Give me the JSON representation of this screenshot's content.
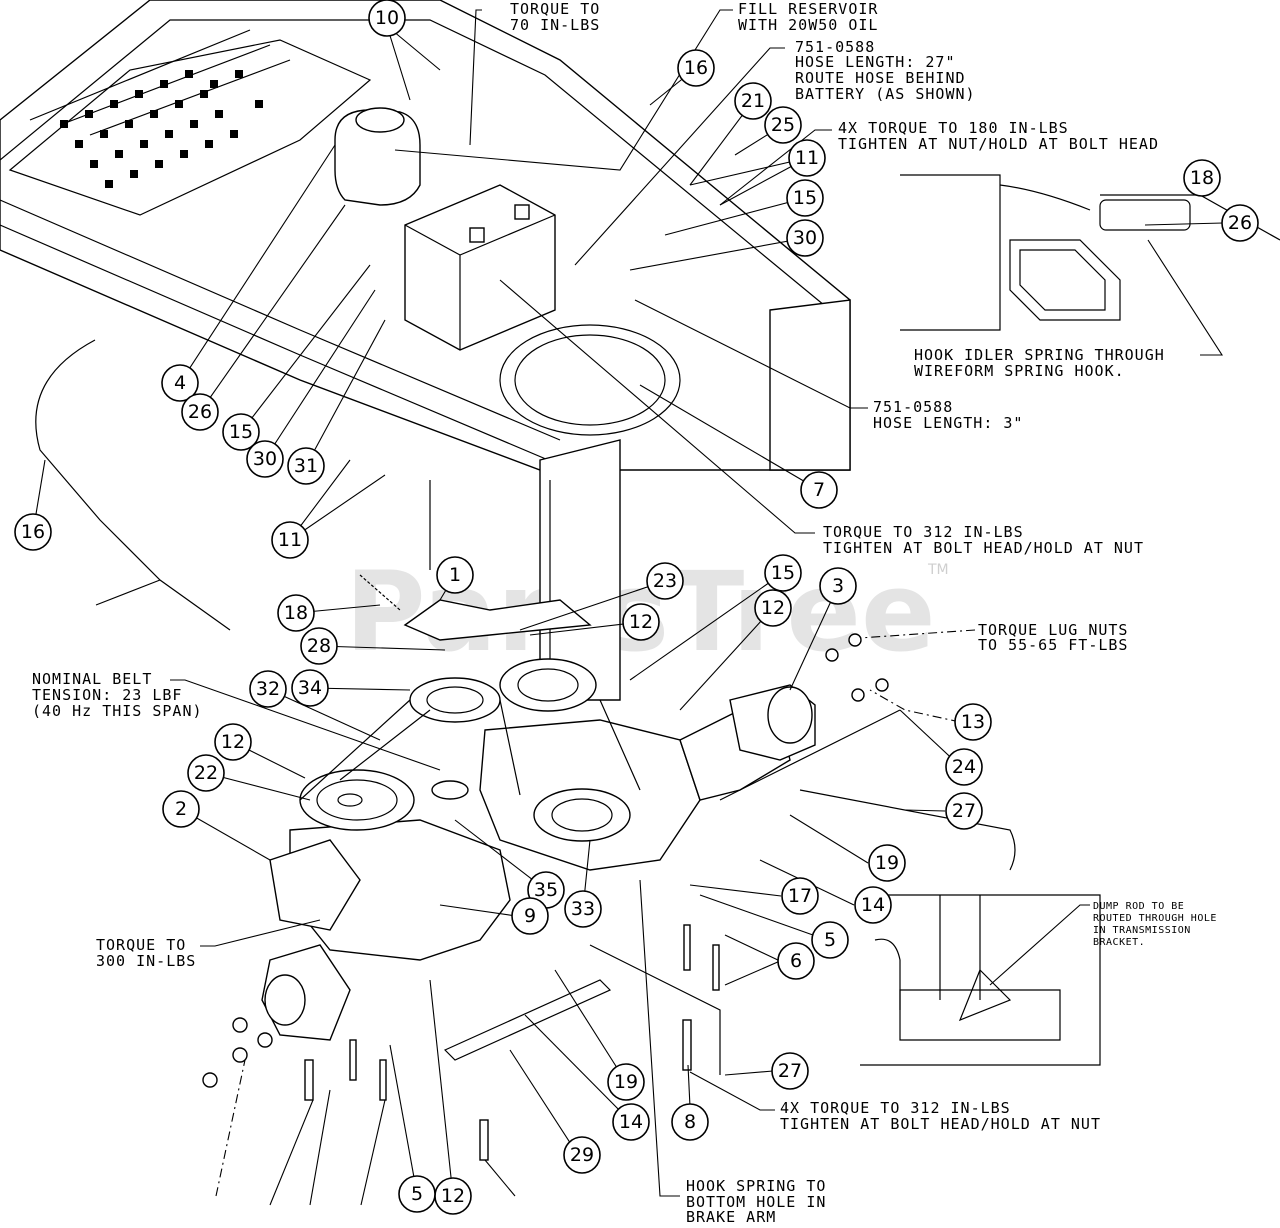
{
  "watermark": {
    "text": "PartsTree",
    "tm": "TM"
  },
  "notes": {
    "torque_70": [
      "TORQUE TO",
      "70 IN-LBS"
    ],
    "fill_reservoir": [
      "FILL RESERVOIR",
      "WITH 20W50 OIL"
    ],
    "hose_27": [
      "751-0588",
      "HOSE LENGTH: 27\"",
      "ROUTE HOSE BEHIND",
      "BATTERY (AS SHOWN)"
    ],
    "torque_180": [
      "4X TORQUE TO 180 IN-LBS",
      "TIGHTEN AT NUT/HOLD AT BOLT HEAD"
    ],
    "hook_idler": [
      "HOOK IDLER SPRING THROUGH",
      "WIREFORM SPRING HOOK."
    ],
    "hose_3": [
      "751-0588",
      "HOSE LENGTH: 3\""
    ],
    "torque_312_top": [
      "TORQUE TO 312 IN-LBS",
      "TIGHTEN AT BOLT HEAD/HOLD AT NUT"
    ],
    "torque_lug": [
      "TORQUE LUG NUTS",
      "TO 55-65 FT-LBS"
    ],
    "belt_tension": [
      "NOMINAL BELT",
      "TENSION: 23 LBF",
      "(40 Hz THIS SPAN)"
    ],
    "torque_300": [
      "TORQUE TO",
      "300 IN-LBS"
    ],
    "dump_rod": [
      "DUMP ROD TO BE",
      "ROUTED THROUGH HOLE",
      "IN TRANSMISSION",
      "BRACKET."
    ],
    "torque_312_bottom": [
      "4X TORQUE TO 312 IN-LBS",
      "TIGHTEN AT BOLT HEAD/HOLD AT NUT"
    ],
    "hook_spring": [
      "HOOK SPRING TO",
      "BOTTOM HOLE IN",
      "BRAKE ARM"
    ]
  },
  "callouts": [
    "10",
    "16",
    "21",
    "25",
    "11",
    "15",
    "30",
    "18",
    "26",
    "4",
    "26",
    "15",
    "30",
    "31",
    "11",
    "16",
    "7",
    "1",
    "23",
    "15",
    "3",
    "18",
    "28",
    "12",
    "12",
    "34",
    "32",
    "12",
    "22",
    "2",
    "13",
    "24",
    "27",
    "19",
    "35",
    "9",
    "33",
    "17",
    "14",
    "5",
    "6",
    "27",
    "8",
    "19",
    "14",
    "29",
    "12",
    "5"
  ]
}
